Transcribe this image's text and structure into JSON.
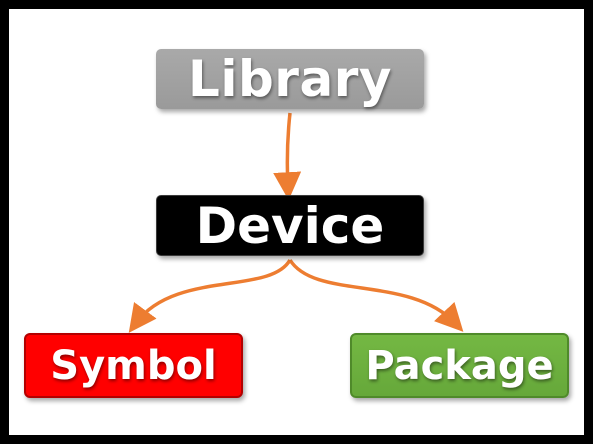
{
  "diagram": {
    "nodes": {
      "library": "Library",
      "device": "Device",
      "symbol": "Symbol",
      "package": "Package"
    },
    "edges": [
      {
        "from": "Library",
        "to": "Device"
      },
      {
        "from": "Device",
        "to": "Symbol"
      },
      {
        "from": "Device",
        "to": "Package"
      }
    ]
  },
  "colors": {
    "frame": "#000000",
    "background": "#ffffff",
    "library": "#a3a3a3",
    "device": "#000000",
    "symbol": "#ff0000",
    "package": "#6db23f",
    "connector": "#ed7d31",
    "label": "#ffffff"
  }
}
